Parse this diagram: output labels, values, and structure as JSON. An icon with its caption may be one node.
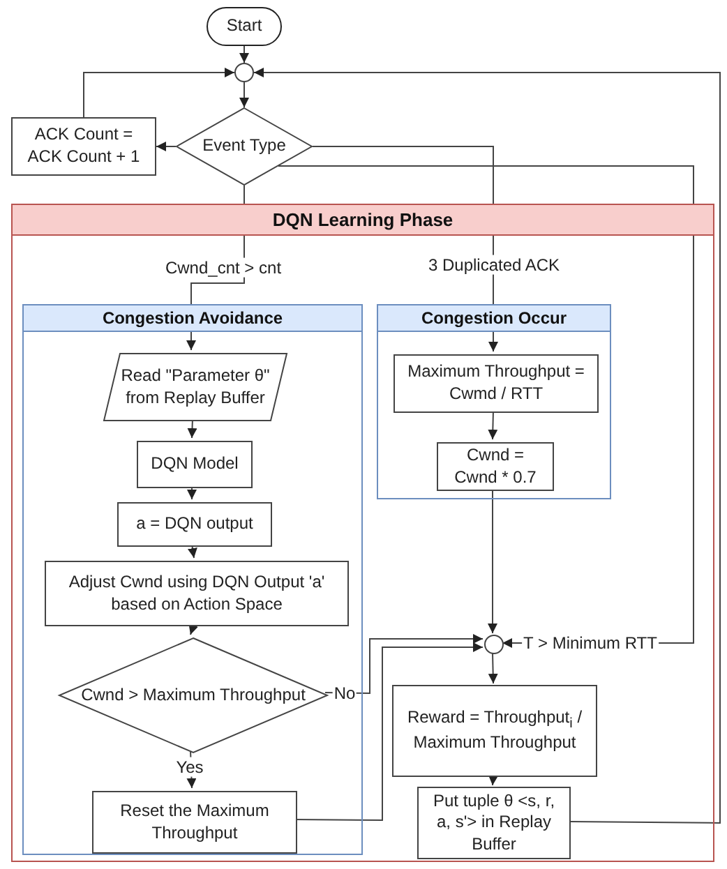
{
  "diagram": {
    "nodes": [
      {
        "text": [
          "Start"
        ]
      },
      {
        "text": [],
        "shape": "circle"
      },
      {
        "text": [
          "Event Type"
        ]
      },
      {
        "text": [
          "ACK Count = ACK Count + 1"
        ]
      },
      {
        "text": [
          "DQN Learning Phase"
        ]
      },
      {
        "text": [
          "Congestion Avoidance"
        ],
        "in": 4
      },
      {
        "text": [
          "Read \"Parameter θ\" from Replay Buffer"
        ],
        "in": 5
      },
      {
        "text": [
          "DQN Model"
        ],
        "in": 5
      },
      {
        "text": [
          "a = DQN output"
        ],
        "in": 5
      },
      {
        "text": [
          "Adjust Cwnd using DQN Output 'a' based on Action Space"
        ],
        "in": 5
      },
      {
        "text": [
          "Cwnd > Maximum Throughput"
        ],
        "in": 5
      },
      {
        "text": [
          "Reset the Maximum Throughput"
        ],
        "in": 5
      },
      {
        "text": [
          "Congestion Occur"
        ],
        "in": 4
      },
      {
        "text": [
          "Maximum Throughput = Cwmd / RTT"
        ],
        "in": 12
      },
      {
        "text": [
          "Cwnd = Cwnd * 0.7"
        ],
        "in": 12
      },
      {
        "text": [],
        "shape": "circle",
        "in": 4
      },
      {
        "text": [
          "Reward = Throughput$_{i}$ / Maximum Throughput"
        ],
        "in": 4
      },
      {
        "text": [
          "Put tuple θ <s, r, a, s'> in Replay Buffer"
        ],
        "in": 4
      }
    ],
    "edges": [
      {
        "from": 0,
        "to": 1,
        "arrow": "to"
      },
      {
        "from": 1,
        "to": 2,
        "arrow": "to"
      },
      {
        "from": 2,
        "to": 3,
        "arrow": "to"
      },
      {
        "from": 3,
        "to": 1,
        "arrow": "to"
      },
      {
        "from": 2,
        "to": 6,
        "arrow": "to",
        "label": "Cwnd_cnt > cnt"
      },
      {
        "from": 6,
        "to": 7,
        "arrow": "to"
      },
      {
        "from": 7,
        "to": 8,
        "arrow": "to"
      },
      {
        "from": 8,
        "to": 9,
        "arrow": "to"
      },
      {
        "from": 9,
        "to": 10,
        "arrow": "to"
      },
      {
        "from": 10,
        "to": 11,
        "arrow": "to",
        "label": "Yes"
      },
      {
        "from": 10,
        "to": 15,
        "arrow": "to",
        "label": "No"
      },
      {
        "from": 11,
        "to": 15,
        "arrow": "to"
      },
      {
        "from": 2,
        "to": 13,
        "arrow": "to",
        "label": "3 Duplicated ACK"
      },
      {
        "from": 13,
        "to": 14,
        "arrow": "to"
      },
      {
        "from": 14,
        "to": 15,
        "arrow": "to"
      },
      {
        "from": 2,
        "to": 15,
        "arrow": "to",
        "label": "T > Minimum RTT"
      },
      {
        "from": 15,
        "to": 16,
        "arrow": "to"
      },
      {
        "from": 16,
        "to": 17,
        "arrow": "to"
      },
      {
        "from": 17,
        "to": 1,
        "arrow": "to"
      }
    ]
  }
}
